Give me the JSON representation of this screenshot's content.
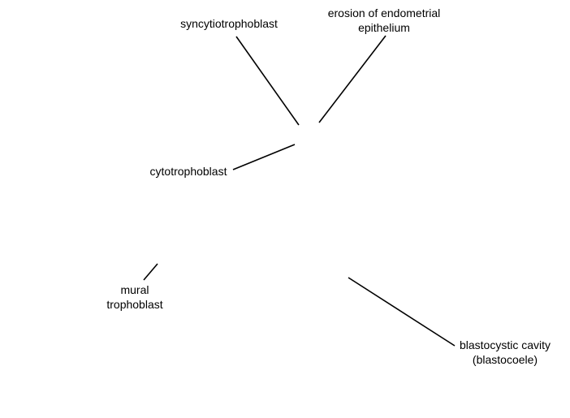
{
  "labels": {
    "syncytiotrophoblast": [
      "syncytiotrophoblast"
    ],
    "erosion": [
      "erosion of endometrial",
      "epithelium"
    ],
    "cytotrophoblast": [
      "cytotrophoblast"
    ],
    "mural": [
      "mural",
      "trophoblast"
    ],
    "blastocystic": [
      "blastocystic cavity",
      "(blastocoele)"
    ]
  },
  "colors": {
    "line": "#000000",
    "text": "#000000",
    "background": "#ffffff"
  }
}
